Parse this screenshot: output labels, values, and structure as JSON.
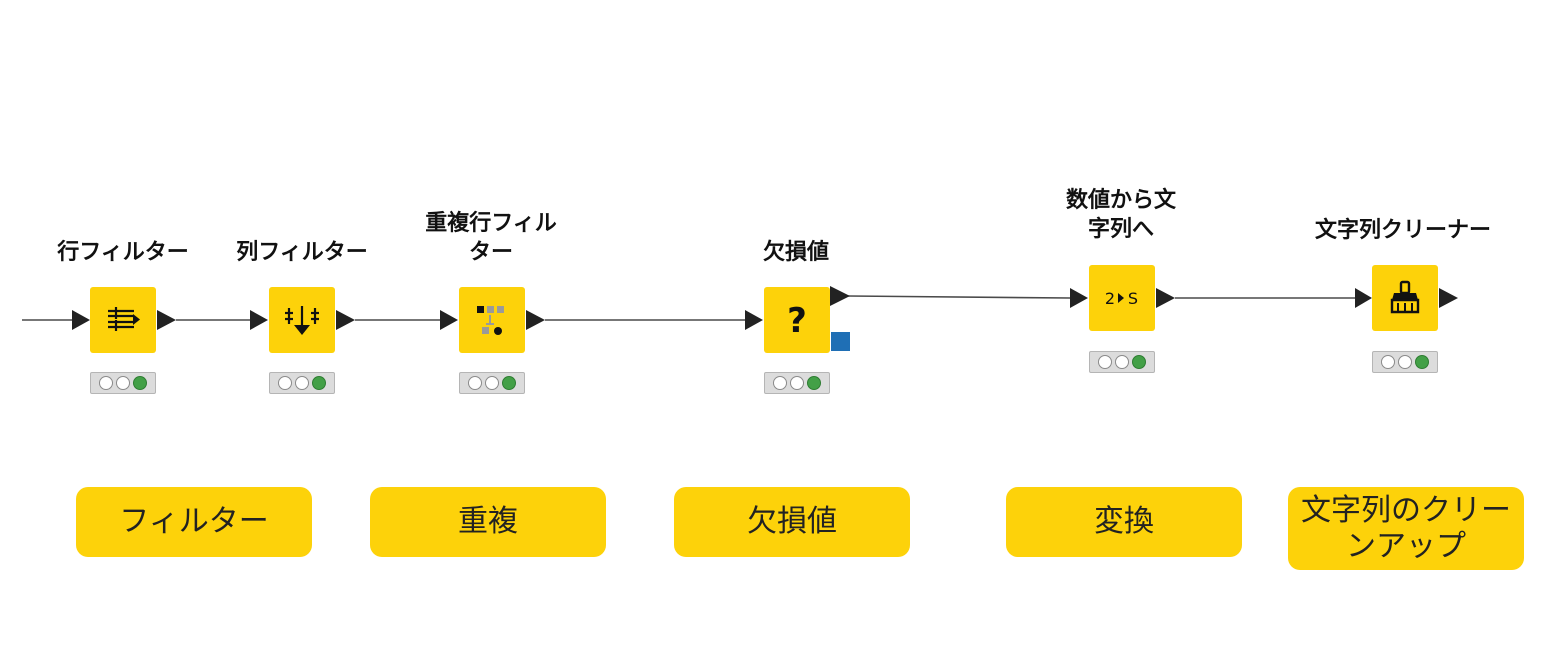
{
  "workflow": {
    "nodes": [
      {
        "id": "row-filter",
        "title": "行フィルター",
        "icon": "row-filter-icon",
        "status": [
          "idle",
          "idle",
          "executed"
        ]
      },
      {
        "id": "column-filter",
        "title": "列フィルター",
        "icon": "column-filter-icon",
        "status": [
          "idle",
          "idle",
          "executed"
        ]
      },
      {
        "id": "duplicate-row-filter",
        "title": "重複行フィル\nター",
        "icon": "duplicate-row-filter-icon",
        "status": [
          "idle",
          "idle",
          "executed"
        ]
      },
      {
        "id": "missing-value",
        "title": "欠損値",
        "icon": "question-mark-icon",
        "status": [
          "idle",
          "idle",
          "executed"
        ]
      },
      {
        "id": "number-to-string",
        "title": "数値から文\n字列へ",
        "icon": "number-to-string-icon",
        "icon_text": "2",
        "icon_text2": "S",
        "status": [
          "idle",
          "idle",
          "executed"
        ]
      },
      {
        "id": "string-cleaner",
        "title": "文字列クリーナー",
        "icon": "broom-icon",
        "status": [
          "idle",
          "idle",
          "executed"
        ]
      }
    ],
    "colors": {
      "node": "#fdd20a",
      "executed": "#43a047",
      "flow_variable_port": "#1f6fb5",
      "connection": "#4a4a4a"
    }
  },
  "categories": [
    {
      "id": "filter",
      "label": "フィルター"
    },
    {
      "id": "duplicates",
      "label": "重複"
    },
    {
      "id": "missing",
      "label": "欠損値"
    },
    {
      "id": "conversion",
      "label": "変換"
    },
    {
      "id": "cleanup",
      "label": "文字列のクリー\nンアップ"
    }
  ]
}
